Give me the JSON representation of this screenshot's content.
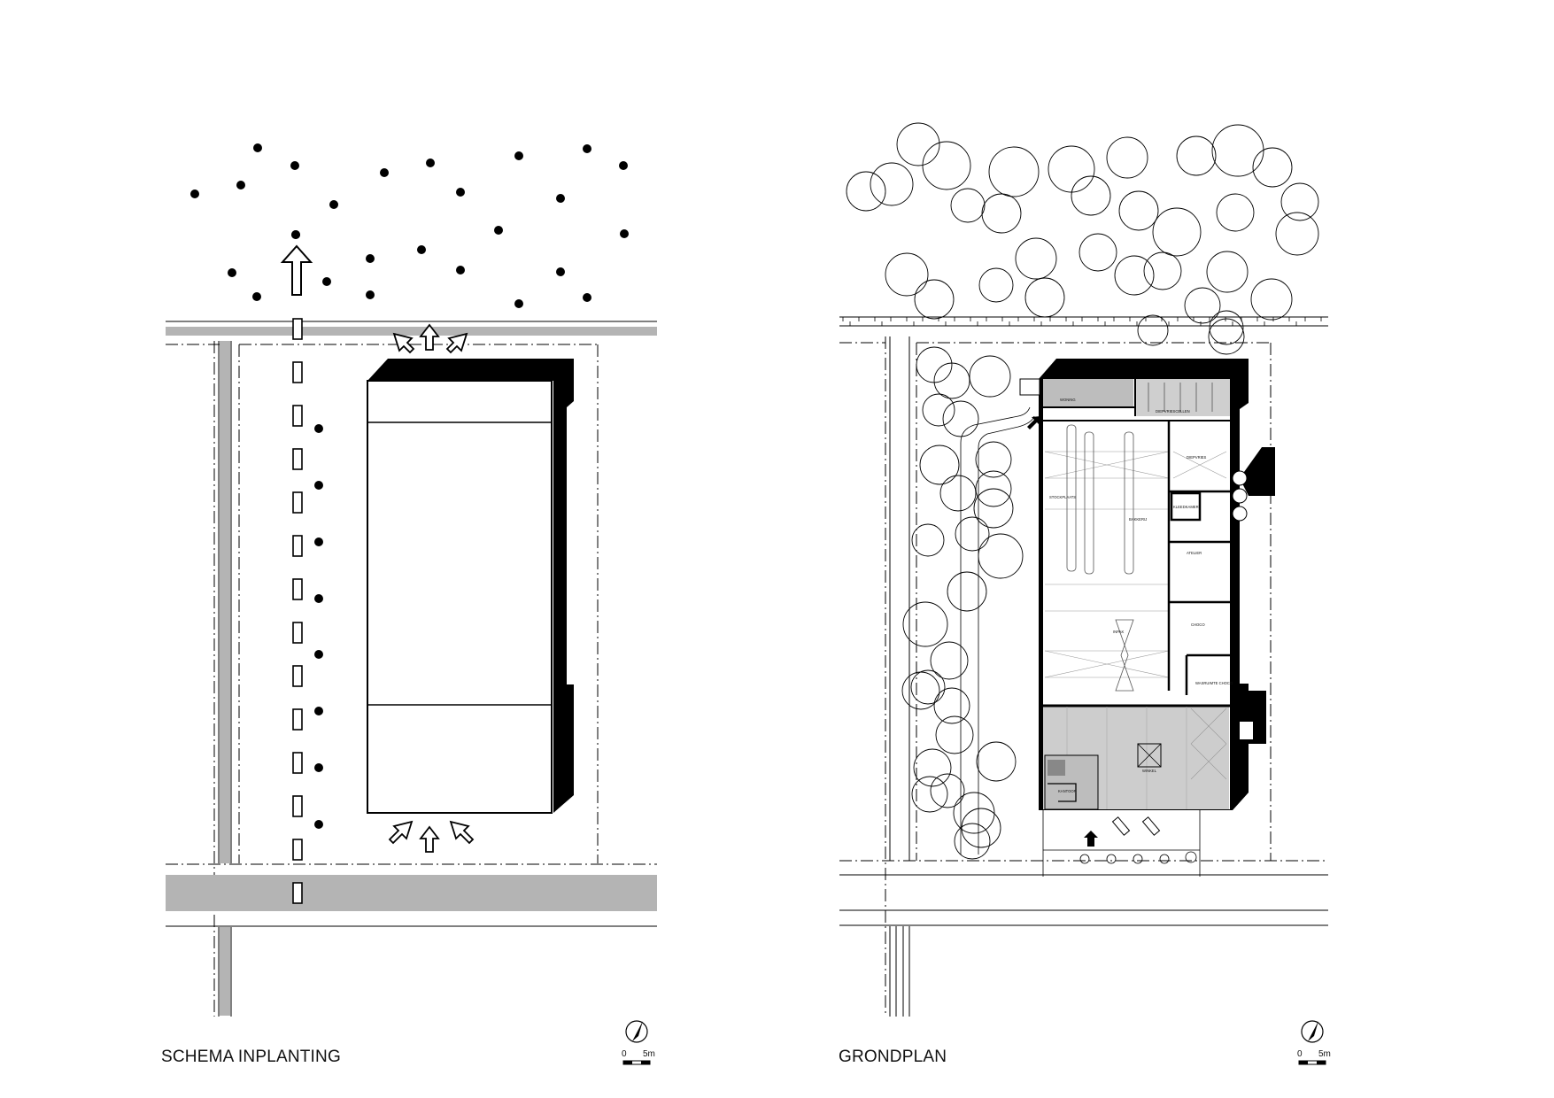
{
  "left_panel": {
    "title": "SCHEMA INPLANTING",
    "scale": {
      "zero_label": "0",
      "distance_label": "5m",
      "icon": "north-arrow-icon"
    }
  },
  "right_panel": {
    "title": "GRONDPLAN",
    "scale": {
      "zero_label": "0",
      "distance_label": "5m",
      "icon": "north-arrow-icon"
    },
    "rooms": {
      "woning": "WONING",
      "diepvriescellen": "DIEPVRIESCELLEN",
      "stockplaats": "STOCKPLAATS",
      "diepvries": "DIEPVRIES",
      "bakkerij": "BAKKERIJ",
      "kleedkamer": "KLEEDKAMER",
      "atelier": "ATELIER",
      "inpak": "INPAK",
      "choco": "CHOCO",
      "wasruimte_choco": "WASRUIMTE CHOCO",
      "winkel": "WINKEL",
      "kantoor": "KANTOOR"
    }
  },
  "colors": {
    "road_fill": "#b4b4b4",
    "interior_grey": "#cfcfcf",
    "ink": "#000000"
  }
}
